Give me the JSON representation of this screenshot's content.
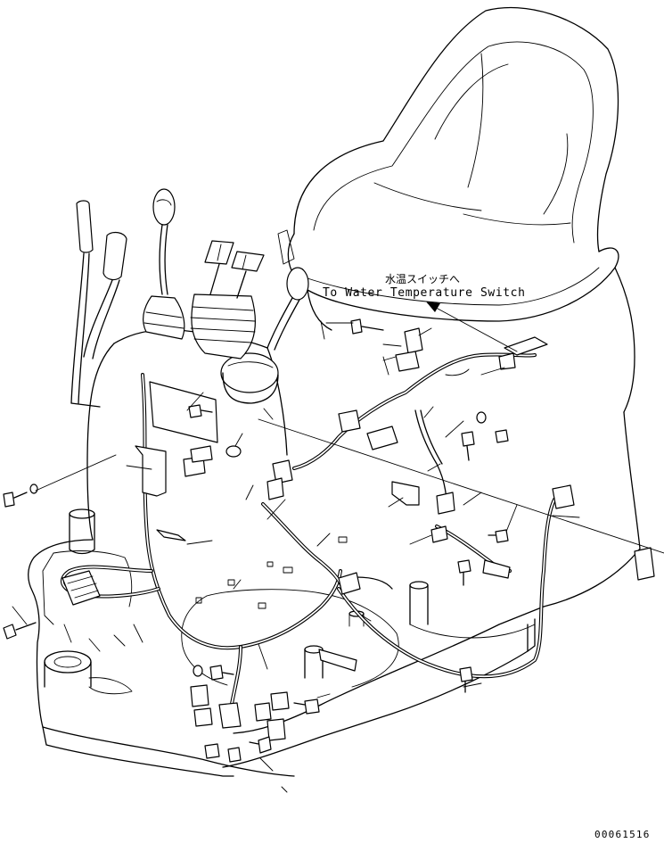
{
  "annotations": {
    "water_temp_jp": "水温スイッチへ",
    "water_temp_en": "To Water Temperature Switch"
  },
  "drawing_number": "00061516"
}
